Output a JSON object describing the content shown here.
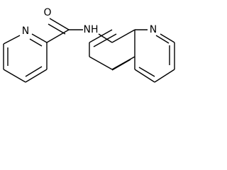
{
  "molecule": {
    "atoms": {
      "oxygen": "O",
      "amide_nh": "NH",
      "pyridine_n": "N",
      "quinoline_n": "N"
    },
    "colors": {
      "bond": "#000000",
      "label": "#000000",
      "background": "#ffffff"
    }
  }
}
